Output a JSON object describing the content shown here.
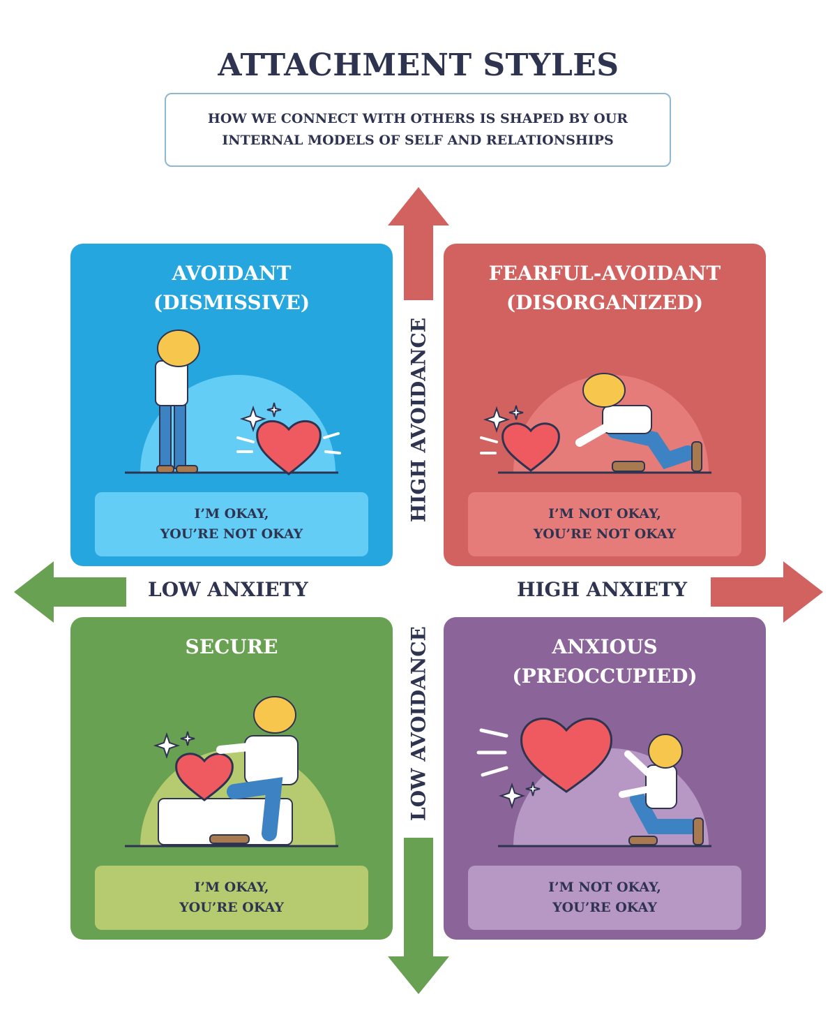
{
  "title": "ATTACHMENT STYLES",
  "subtitle": "HOW WE CONNECT WITH OTHERS IS SHAPED BY OUR\nINTERNAL MODELS OF SELF AND RELATIONSHIPS",
  "axes": {
    "high_avoidance": "HIGH AVOIDANCE",
    "low_avoidance": "LOW AVOIDANCE",
    "low_anxiety": "LOW ANXIETY",
    "high_anxiety": "HIGH ANXIETY"
  },
  "quadrants": {
    "avoidant": {
      "title": "AVOIDANT\n(DISMISSIVE)",
      "caption": "I’M OKAY,\nYOU’RE NOT OKAY",
      "color": "#25a6df"
    },
    "fearful": {
      "title": "FEARFUL-AVOIDANT\n(DISORGANIZED)",
      "caption": "I’M NOT OKAY,\nYOU’RE NOT OKAY",
      "color": "#d2625f"
    },
    "secure": {
      "title": "SECURE",
      "caption": "I’M OKAY,\nYOU’RE OKAY",
      "color": "#69a152"
    },
    "anxious": {
      "title": "ANXIOUS\n(PREOCCUPIED)",
      "caption": "I’M NOT OKAY,\nYOU’RE OKAY",
      "color": "#8b6599"
    }
  },
  "icons": [
    "heart-icon",
    "sparkle-icon",
    "person-icon",
    "arrow-up-icon",
    "arrow-down-icon",
    "arrow-left-icon",
    "arrow-right-icon"
  ]
}
